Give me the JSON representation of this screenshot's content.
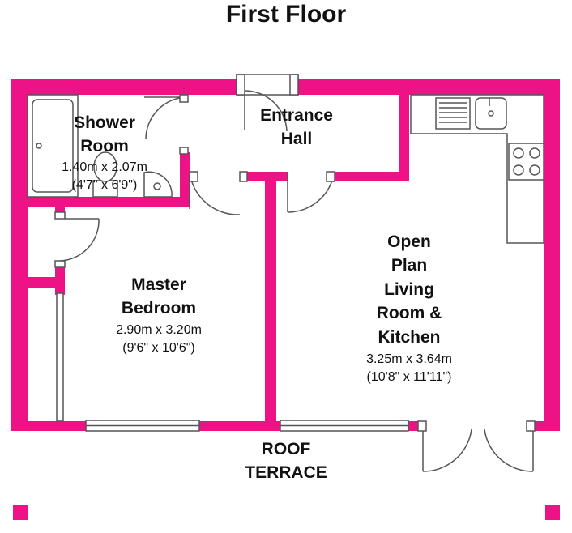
{
  "floor_title": "First Floor",
  "colors": {
    "wall": "#ee1287",
    "line": "#555555",
    "fixture_fill": "#ffffff"
  },
  "rooms": {
    "shower": {
      "name_line1": "Shower",
      "name_line2": "Room",
      "dim_metric": "1.40m x 2.07m",
      "dim_imperial": "(4'7\" x 6'9\")"
    },
    "entrance": {
      "name_line1": "Entrance",
      "name_line2": "Hall"
    },
    "bedroom": {
      "name_line1": "Master",
      "name_line2": "Bedroom",
      "dim_metric": "2.90m x 3.20m",
      "dim_imperial": "(9'6\" x 10'6\")"
    },
    "living": {
      "name_line1": "Open",
      "name_line2": "Plan",
      "name_line3": "Living",
      "name_line4": "Room &",
      "name_line5": "Kitchen",
      "dim_metric": "3.25m x 3.64m",
      "dim_imperial": "(10'8\" x 11'11\")"
    }
  },
  "terrace": {
    "line1": "ROOF",
    "line2": "TERRACE"
  }
}
